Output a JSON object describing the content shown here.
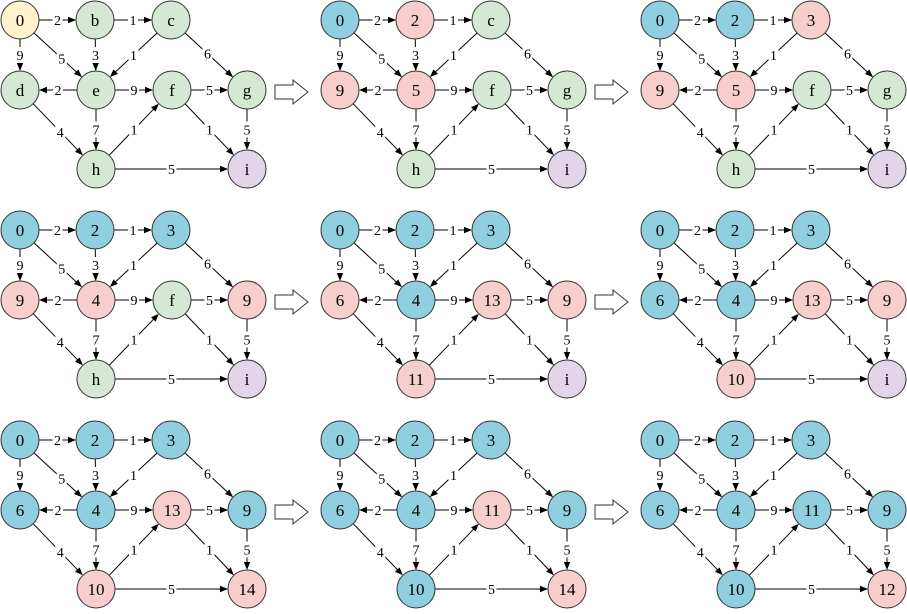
{
  "colors": {
    "start": "#fff2cc",
    "unvisited": "#d5e8d4",
    "frontier": "#f8cecc",
    "visited": "#8fcfe0",
    "target": "#e1d5e7",
    "stroke": "#333333",
    "edge": "#000000"
  },
  "graph": {
    "nodes": [
      "0",
      "b",
      "c",
      "d",
      "e",
      "f",
      "g",
      "h",
      "i"
    ],
    "edges": [
      {
        "from": "0",
        "to": "b",
        "weight": "2"
      },
      {
        "from": "b",
        "to": "c",
        "weight": "1"
      },
      {
        "from": "0",
        "to": "d",
        "weight": "9"
      },
      {
        "from": "0",
        "to": "e",
        "weight": "5"
      },
      {
        "from": "b",
        "to": "e",
        "weight": "3"
      },
      {
        "from": "c",
        "to": "e",
        "weight": "1"
      },
      {
        "from": "c",
        "to": "g",
        "weight": "6"
      },
      {
        "from": "e",
        "to": "d",
        "weight": "2"
      },
      {
        "from": "e",
        "to": "f",
        "weight": "9"
      },
      {
        "from": "f",
        "to": "g",
        "weight": "5"
      },
      {
        "from": "d",
        "to": "h",
        "weight": "4"
      },
      {
        "from": "e",
        "to": "h",
        "weight": "7"
      },
      {
        "from": "h",
        "to": "f",
        "weight": "1"
      },
      {
        "from": "f",
        "to": "i",
        "weight": "1"
      },
      {
        "from": "g",
        "to": "i",
        "weight": "5"
      },
      {
        "from": "h",
        "to": "i",
        "weight": "5"
      }
    ]
  },
  "arrow_icon": "hollow-right-arrow-icon",
  "steps": [
    {
      "nodes": {
        "0": {
          "label": "0",
          "state": "start"
        },
        "b": {
          "label": "b",
          "state": "unvisited"
        },
        "c": {
          "label": "c",
          "state": "unvisited"
        },
        "d": {
          "label": "d",
          "state": "unvisited"
        },
        "e": {
          "label": "e",
          "state": "unvisited"
        },
        "f": {
          "label": "f",
          "state": "unvisited"
        },
        "g": {
          "label": "g",
          "state": "unvisited"
        },
        "h": {
          "label": "h",
          "state": "unvisited"
        },
        "i": {
          "label": "i",
          "state": "target"
        }
      }
    },
    {
      "nodes": {
        "0": {
          "label": "0",
          "state": "visited"
        },
        "b": {
          "label": "2",
          "state": "frontier"
        },
        "c": {
          "label": "c",
          "state": "unvisited"
        },
        "d": {
          "label": "9",
          "state": "frontier"
        },
        "e": {
          "label": "5",
          "state": "frontier"
        },
        "f": {
          "label": "f",
          "state": "unvisited"
        },
        "g": {
          "label": "g",
          "state": "unvisited"
        },
        "h": {
          "label": "h",
          "state": "unvisited"
        },
        "i": {
          "label": "i",
          "state": "target"
        }
      }
    },
    {
      "nodes": {
        "0": {
          "label": "0",
          "state": "visited"
        },
        "b": {
          "label": "2",
          "state": "visited"
        },
        "c": {
          "label": "3",
          "state": "frontier"
        },
        "d": {
          "label": "9",
          "state": "frontier"
        },
        "e": {
          "label": "5",
          "state": "frontier"
        },
        "f": {
          "label": "f",
          "state": "unvisited"
        },
        "g": {
          "label": "g",
          "state": "unvisited"
        },
        "h": {
          "label": "h",
          "state": "unvisited"
        },
        "i": {
          "label": "i",
          "state": "target"
        }
      }
    },
    {
      "nodes": {
        "0": {
          "label": "0",
          "state": "visited"
        },
        "b": {
          "label": "2",
          "state": "visited"
        },
        "c": {
          "label": "3",
          "state": "visited"
        },
        "d": {
          "label": "9",
          "state": "frontier"
        },
        "e": {
          "label": "4",
          "state": "frontier"
        },
        "f": {
          "label": "f",
          "state": "unvisited"
        },
        "g": {
          "label": "9",
          "state": "frontier"
        },
        "h": {
          "label": "h",
          "state": "unvisited"
        },
        "i": {
          "label": "i",
          "state": "target"
        }
      }
    },
    {
      "nodes": {
        "0": {
          "label": "0",
          "state": "visited"
        },
        "b": {
          "label": "2",
          "state": "visited"
        },
        "c": {
          "label": "3",
          "state": "visited"
        },
        "d": {
          "label": "6",
          "state": "frontier"
        },
        "e": {
          "label": "4",
          "state": "visited"
        },
        "f": {
          "label": "13",
          "state": "frontier"
        },
        "g": {
          "label": "9",
          "state": "frontier"
        },
        "h": {
          "label": "11",
          "state": "frontier"
        },
        "i": {
          "label": "i",
          "state": "target"
        }
      }
    },
    {
      "nodes": {
        "0": {
          "label": "0",
          "state": "visited"
        },
        "b": {
          "label": "2",
          "state": "visited"
        },
        "c": {
          "label": "3",
          "state": "visited"
        },
        "d": {
          "label": "6",
          "state": "visited"
        },
        "e": {
          "label": "4",
          "state": "visited"
        },
        "f": {
          "label": "13",
          "state": "frontier"
        },
        "g": {
          "label": "9",
          "state": "frontier"
        },
        "h": {
          "label": "10",
          "state": "frontier"
        },
        "i": {
          "label": "i",
          "state": "target"
        }
      }
    },
    {
      "nodes": {
        "0": {
          "label": "0",
          "state": "visited"
        },
        "b": {
          "label": "2",
          "state": "visited"
        },
        "c": {
          "label": "3",
          "state": "visited"
        },
        "d": {
          "label": "6",
          "state": "visited"
        },
        "e": {
          "label": "4",
          "state": "visited"
        },
        "f": {
          "label": "13",
          "state": "frontier"
        },
        "g": {
          "label": "9",
          "state": "visited"
        },
        "h": {
          "label": "10",
          "state": "frontier"
        },
        "i": {
          "label": "14",
          "state": "frontier"
        }
      }
    },
    {
      "nodes": {
        "0": {
          "label": "0",
          "state": "visited"
        },
        "b": {
          "label": "2",
          "state": "visited"
        },
        "c": {
          "label": "3",
          "state": "visited"
        },
        "d": {
          "label": "6",
          "state": "visited"
        },
        "e": {
          "label": "4",
          "state": "visited"
        },
        "f": {
          "label": "11",
          "state": "frontier"
        },
        "g": {
          "label": "9",
          "state": "visited"
        },
        "h": {
          "label": "10",
          "state": "visited"
        },
        "i": {
          "label": "14",
          "state": "frontier"
        }
      }
    },
    {
      "nodes": {
        "0": {
          "label": "0",
          "state": "visited"
        },
        "b": {
          "label": "2",
          "state": "visited"
        },
        "c": {
          "label": "3",
          "state": "visited"
        },
        "d": {
          "label": "6",
          "state": "visited"
        },
        "e": {
          "label": "4",
          "state": "visited"
        },
        "f": {
          "label": "11",
          "state": "visited"
        },
        "g": {
          "label": "9",
          "state": "visited"
        },
        "h": {
          "label": "10",
          "state": "visited"
        },
        "i": {
          "label": "12",
          "state": "frontier"
        }
      }
    }
  ]
}
